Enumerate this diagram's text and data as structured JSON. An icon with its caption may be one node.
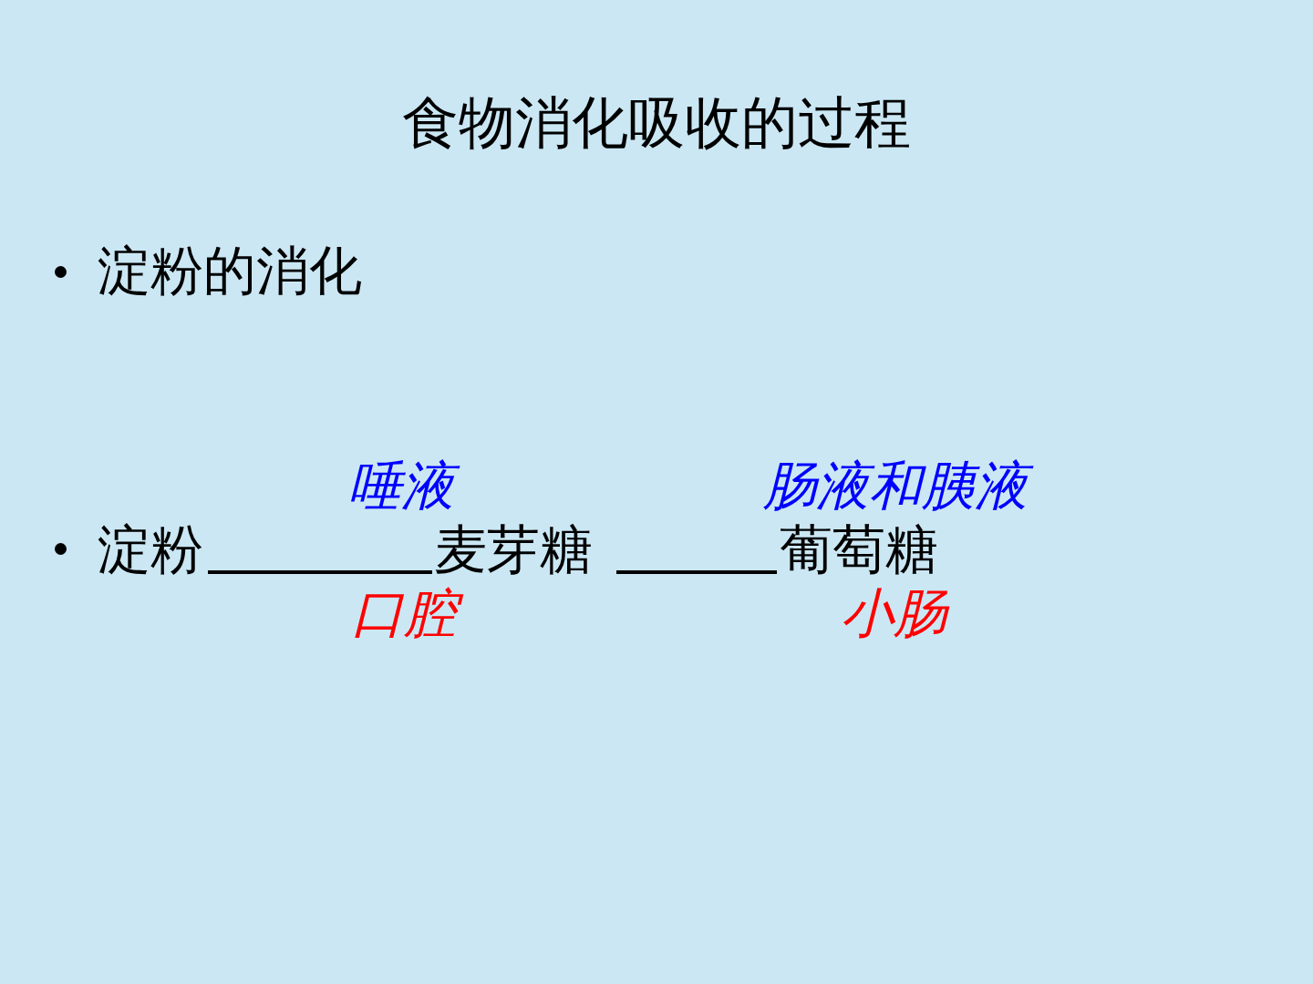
{
  "diagram": {
    "title": "食物消化吸收的过程",
    "labels": [
      "淀粉的消化",
      "唾液",
      "肠液和胰液",
      "淀粉",
      "麦芽糖",
      "葡萄糖",
      "口腔",
      "小肠"
    ]
  }
}
